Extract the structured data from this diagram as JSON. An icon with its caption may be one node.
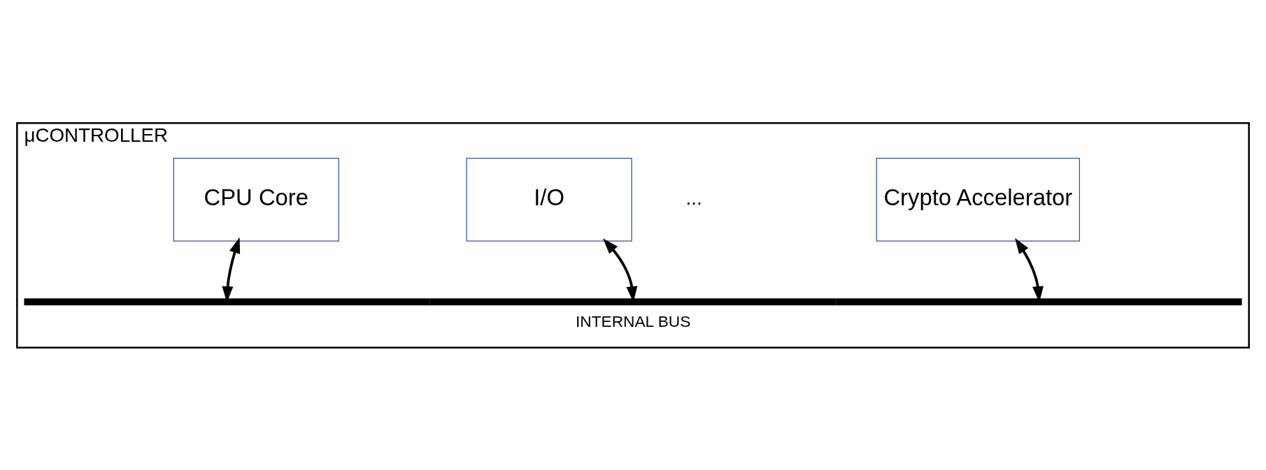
{
  "diagram": {
    "nodes": [
      {
        "text": [
          "μCONTROLLER"
        ]
      },
      {
        "text": [
          "CPU Core"
        ],
        "in": 0
      },
      {
        "text": [
          "I/O"
        ],
        "in": 0
      },
      {
        "text": [
          "Crypto Accelerator"
        ],
        "in": 0
      },
      {
        "text": [],
        "shape": "bar",
        "in": 0,
        "beside": [
          "INTERNAL BUS"
        ]
      }
    ],
    "edges": [
      {
        "from": 1,
        "to": 4,
        "arrow": "both"
      },
      {
        "from": 2,
        "to": 4,
        "arrow": "both"
      },
      {
        "from": 3,
        "to": 4,
        "arrow": "both"
      }
    ],
    "labels": [
      "..."
    ]
  }
}
